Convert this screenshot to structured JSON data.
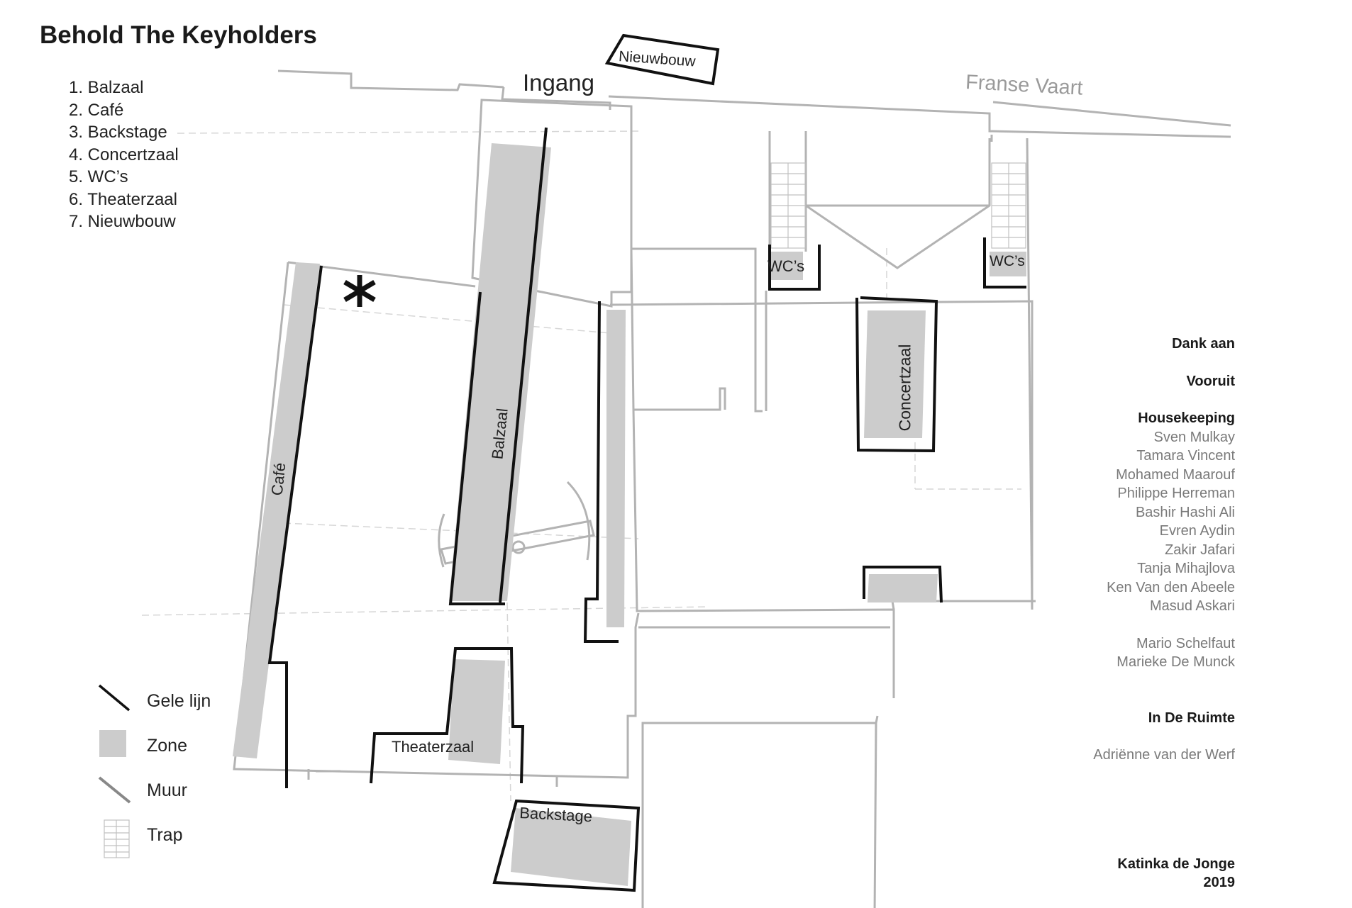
{
  "title": "Behold The Keyholders",
  "key": [
    "1. Balzaal",
    "2. Café",
    "3. Backstage",
    "4. Concertzaal",
    "5. WC’s",
    "6. Theaterzaal",
    "7. Nieuwbouw"
  ],
  "labels": {
    "ingang": "Ingang",
    "franse_vaart": "Franse Vaart",
    "nieuwbouw": "Nieuwbouw",
    "balzaal": "Balzaal",
    "cafe": "Café",
    "concertzaal": "Concertzaal",
    "wc_left": "WC’s",
    "wc_right": "WC’s",
    "theaterzaal": "Theaterzaal",
    "backstage": "Backstage",
    "marker": "*"
  },
  "legend": {
    "gele_lijn": "Gele lijn",
    "zone": "Zone",
    "muur": "Muur",
    "trap": "Trap"
  },
  "credits": {
    "dank_aan": "Dank aan",
    "vooruit": "Vooruit",
    "housekeeping": "Housekeeping",
    "housekeeping_names": [
      "Sven Mulkay",
      "Tamara Vincent",
      "Mohamed Maarouf",
      "Philippe Herreman",
      "Bashir Hashi Ali",
      "Evren Aydin",
      "Zakir Jafari",
      "Tanja Mihajlova",
      "Ken Van den Abeele",
      "Masud Askari"
    ],
    "extra_names": [
      "Mario Schelfaut",
      "Marieke De Munck"
    ],
    "in_de_ruimte": "In De Ruimte",
    "in_de_ruimte_name": "Adriënne van der Werf",
    "author": "Katinka de Jonge",
    "year": "2019"
  },
  "colors": {
    "wall": "#b3b3b3",
    "yellow_line": "#111111",
    "zone": "#cccccc",
    "faint": "#d4d4d4"
  }
}
